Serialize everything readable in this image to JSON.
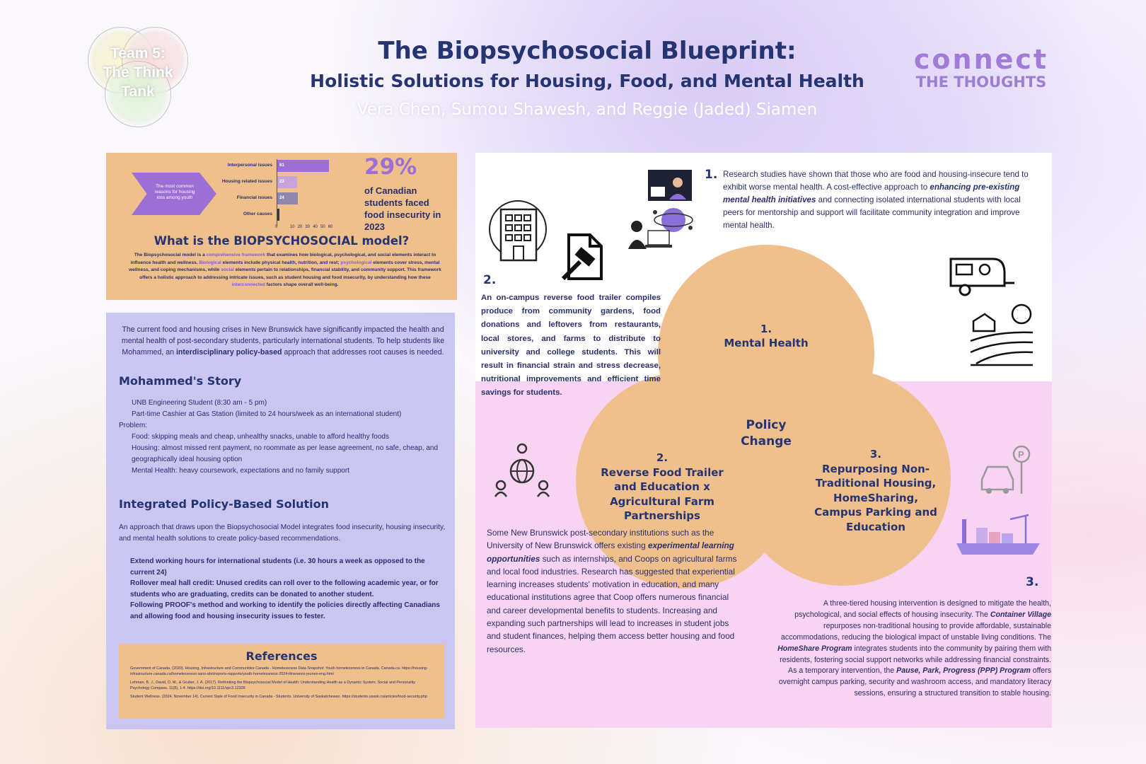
{
  "team_logo": {
    "text": "Team 5:\nThe Think\nTank"
  },
  "header": {
    "title": "The Biopsychosocial Blueprint:",
    "subtitle": "Holistic Solutions for Housing, Food, and Mental Health",
    "authors": "Vera Chen, Sumou Shawesh, and Reggie (Jaded) Siamen"
  },
  "brand": {
    "line1": "connect",
    "line2": "THE THOUGHTS"
  },
  "chart_data": {
    "type": "bar",
    "title": "",
    "arrow_label": "The most common reasons for housing loss among youth",
    "categories": [
      "Interpersonal issues",
      "Housing related issues",
      "Financial issues",
      "Other causes"
    ],
    "values": [
      61,
      23,
      24,
      1
    ],
    "value_labels": [
      "61",
      "23",
      "24",
      ""
    ],
    "colors": [
      "#9b6fd6",
      "#c7a3d9",
      "#8f86ad",
      "#3a3a3a"
    ],
    "xlim": [
      0,
      60
    ],
    "xticks": [
      "0",
      "10",
      "20",
      "30",
      "40",
      "50",
      "60"
    ]
  },
  "stat": {
    "value": "29%",
    "text": "of Canadian students faced food insecurity in 2023"
  },
  "biopsych": {
    "heading_pre": "What is the ",
    "heading_bold": "BIOPSYCHOSOCIAL",
    "heading_post": " model?",
    "p_1": "The Biopsychosocial model is a ",
    "p_hl1": "comprehensive framework",
    "p_2": " that examines how biological, psychological, and social elements interact to influence health and wellness. ",
    "p_hl2": "Biological",
    "p_3": " elements include physical health, nutrition, and rest; ",
    "p_hl3": "psychological",
    "p_4": " elements cover stress, mental wellness, and coping mechanisms, while ",
    "p_hl4": "social",
    "p_5": " elements pertain to relationships, financial stability, and community support. This framework offers a holistic approach to addressing intricate issues, such as student housing and food insecurity, by understanding how these ",
    "p_hl5": "interconnected",
    "p_6": " factors shape overall well-being."
  },
  "intro": {
    "t1": "The current food and housing crises in New Brunswick have significantly impacted the health and mental health of post-secondary students, particularly international students. To help students like Mohammed, an ",
    "bold": "interdisciplinary policy-based",
    "t2": " approach that addresses root causes is needed."
  },
  "story": {
    "heading": "Mohammed's Story",
    "line1": "UNB Engineering Student (8:30 am - 5 pm)",
    "line2": "Part-time Cashier at Gas Station (limited to 24 hours/week as an international student)",
    "problem": "Problem:",
    "food": "Food: skipping meals and cheap, unhealthy snacks, unable to afford healthy foods",
    "housing": "Housing: almost missed rent payment, no roommate as per lease agreement, no safe, cheap, and geographically ideal housing option",
    "mental": "Mental Health: heavy coursework, expectations and no family support"
  },
  "solution": {
    "heading": "Integrated Policy-Based Solution",
    "text": "An approach that draws upon the Biopsychosocial Model integrates food insecurity, housing insecurity, and mental health solutions to create policy-based recommendations.",
    "b1": "Extend working hours for international students (i.e. 30 hours a week as opposed to the current 24)",
    "b2": "Rollover meal hall credit: Unused credits can roll over to the following academic year, or for students who are graduating, credits can be donated to another student.",
    "b3": "Following PROOF's method and working to identify the policies directly affecting Canadians and allowing food and housing insecurity issues to fester."
  },
  "references": {
    "heading": "References",
    "r1": "Government of Canada. (2020). Housing, Infrastructure and Communities Canada - Homelessness Data Snapshot: Youth homelessness in Canada. Canada.ca. https://housing-infrastructure.canada.ca/homelessness-sans-abri/reports-rapports/youth-homelessness-2024-itinerance-jeunes-eng.html",
    "r2": "Lehman, B. J., David, D. M., & Gruber, J. A. (2017). Rethinking the Biopsychosocial Model of Health: Understanding Health as a Dynamic System. Social and Personality Psychology Compass, 11(8), 1-4. https://doi.org/10.1111/spc3.12328",
    "r3": "Student Wellness. (2024, November 14). Current State of Food Insecurity in Canada - Students. University of Saskatchewan. https://students.usask.ca/articles/food-security.php"
  },
  "point1": {
    "num": "1.",
    "t1": "Research studies have shown that those who are food and housing-insecure tend to exhibit worse mental health. A cost-effective approach to ",
    "bi": "enhancing pre-existing mental health initiatives",
    "t2": " and connecting isolated international students with local peers for mentorship and support will facilitate community integration and improve mental health."
  },
  "point2": {
    "num": "2.",
    "t1": "An on-campus reverse food trailer compiles produce from community gardens, food donations and leftovers from restaurants, local stores, and farms to distribute to university and college students. This will result in financial strain and stress decrease, nutritional improvements and efficient time savings for students."
  },
  "venn": {
    "c1_num": "1.",
    "c1_label": "Mental Health",
    "center": "Policy\nChange",
    "c2_num": "2.",
    "c2_label": "Reverse Food Trailer and Education x Agricultural Farm Partnerships",
    "c3_num": "3.",
    "c3_label": "Repurposing Non-Traditional Housing, HomeSharing, Campus Parking and Education"
  },
  "experiential": {
    "t1": "Some New Brunswick post-secondary institutions such as the University of New Brunswick offers existing ",
    "bi": "experimental learning opportunities",
    "t2": " such as internships, and Coops on agricultural farms and local food industries. Research has suggested that experiential learning increases students' motivation in education, and many educational institutions agree that Coop offers numerous financial and career developmental benefits to students. Increasing and expanding such partnerships will lead to increases in student jobs and student finances, helping them access better housing and food resources."
  },
  "point3": {
    "num": "3.",
    "t1": "A three-tiered housing intervention is designed to mitigate the health, psychological, and social effects of housing insecurity. The ",
    "bi1": "Container Village",
    "t2": " repurposes non-traditional housing to provide affordable, sustainable accommodations, reducing the biological impact of unstable living conditions. The ",
    "bi2": "HomeShare Program",
    "t3": " integrates students into the community by pairing them with residents, fostering social support networks while addressing financial constraints. As a temporary intervention, the ",
    "bi3": "Pause, Park, Progress (PPP) Program",
    "t4": " offers overnight campus parking, security and washroom access, and mandatory literacy sessions, ensuring a structured transition to stable housing."
  },
  "icons": [
    "venn-logo-icon",
    "building-icon",
    "document-hammer-icon",
    "video-call-icon",
    "globe-network-icon",
    "laptop-user-icon",
    "camper-trailer-icon",
    "farm-field-icon",
    "community-globe-icon",
    "car-parking-icon",
    "cargo-ship-icon"
  ]
}
